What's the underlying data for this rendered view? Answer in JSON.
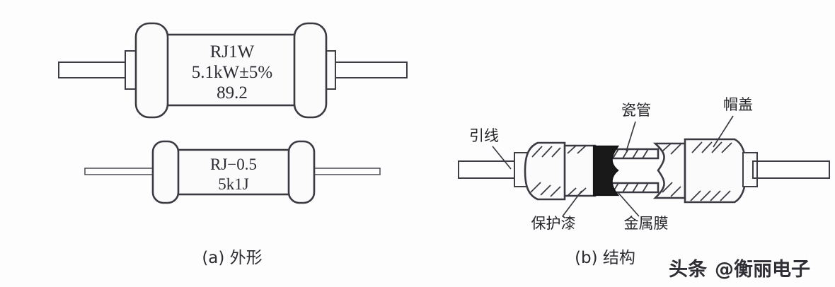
{
  "figure": {
    "background_color": "#fdfdfd",
    "ink_color": "#3a3a42",
    "film_color": "#191919"
  },
  "panel_a": {
    "caption": "(a) 外形",
    "resistors": [
      {
        "name": "power-resistor",
        "markings": [
          "RJ1W",
          "5.1kW±5%",
          "89.2"
        ]
      },
      {
        "name": "small-resistor",
        "markings": [
          "RJ−0.5",
          "5k1J"
        ]
      }
    ]
  },
  "panel_b": {
    "caption": "(b) 结构",
    "callouts": [
      {
        "id": "lead-wire",
        "label": "引线"
      },
      {
        "id": "ceramic-tube",
        "label": "瓷管"
      },
      {
        "id": "end-cap",
        "label": "帽盖"
      },
      {
        "id": "protective-lacquer",
        "label": "保护漆"
      },
      {
        "id": "metal-film",
        "label": "金属膜"
      }
    ]
  },
  "watermark": {
    "platform": "头条",
    "handle": "@衡丽电子"
  }
}
